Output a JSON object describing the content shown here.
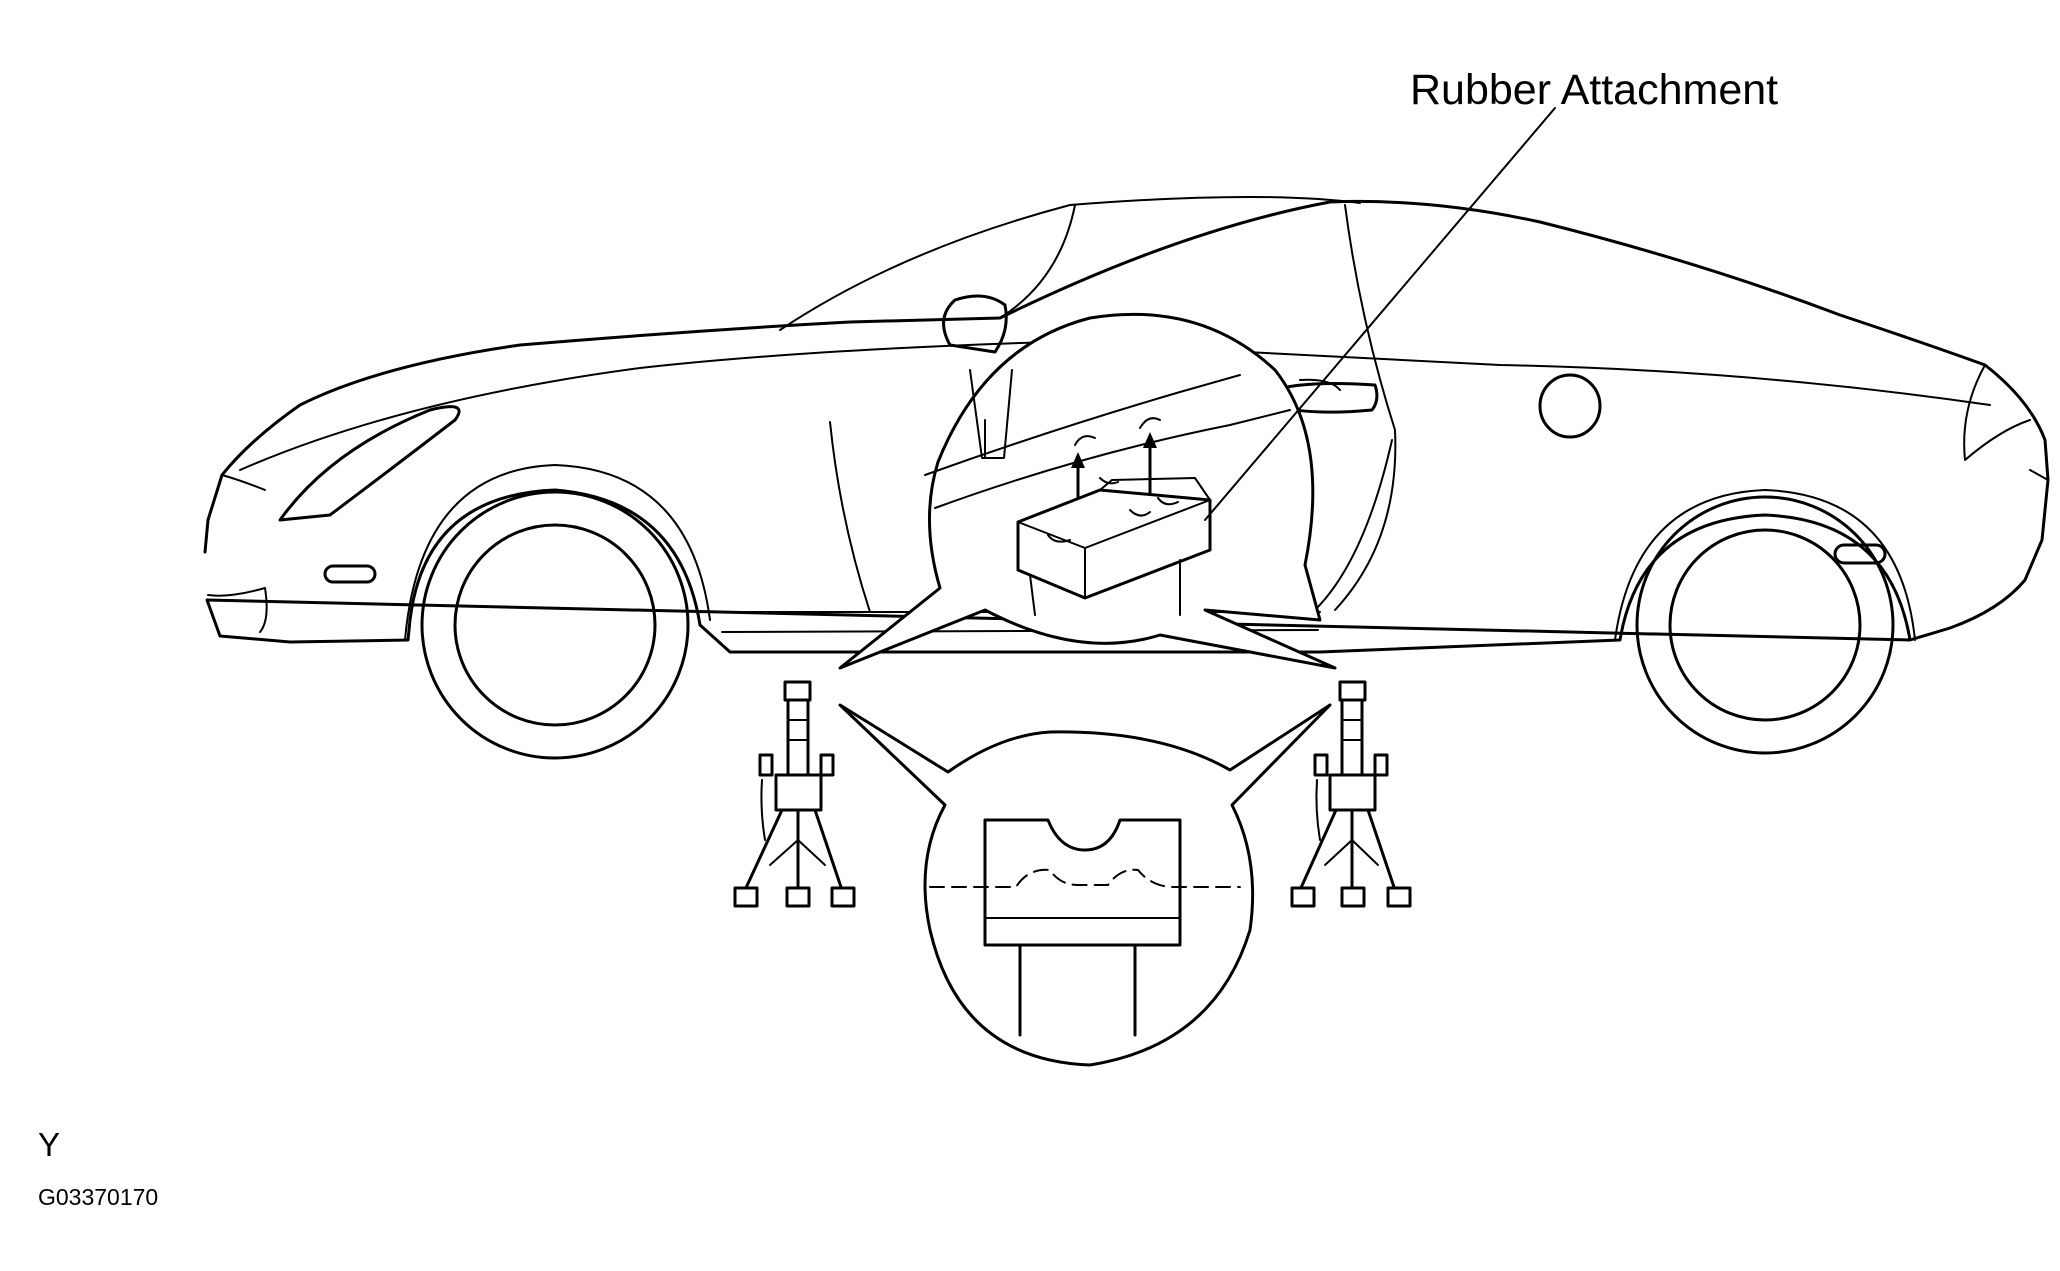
{
  "labels": {
    "callout": "Rubber Attachment",
    "view_code": "Y",
    "figure_id": "G03370170"
  }
}
